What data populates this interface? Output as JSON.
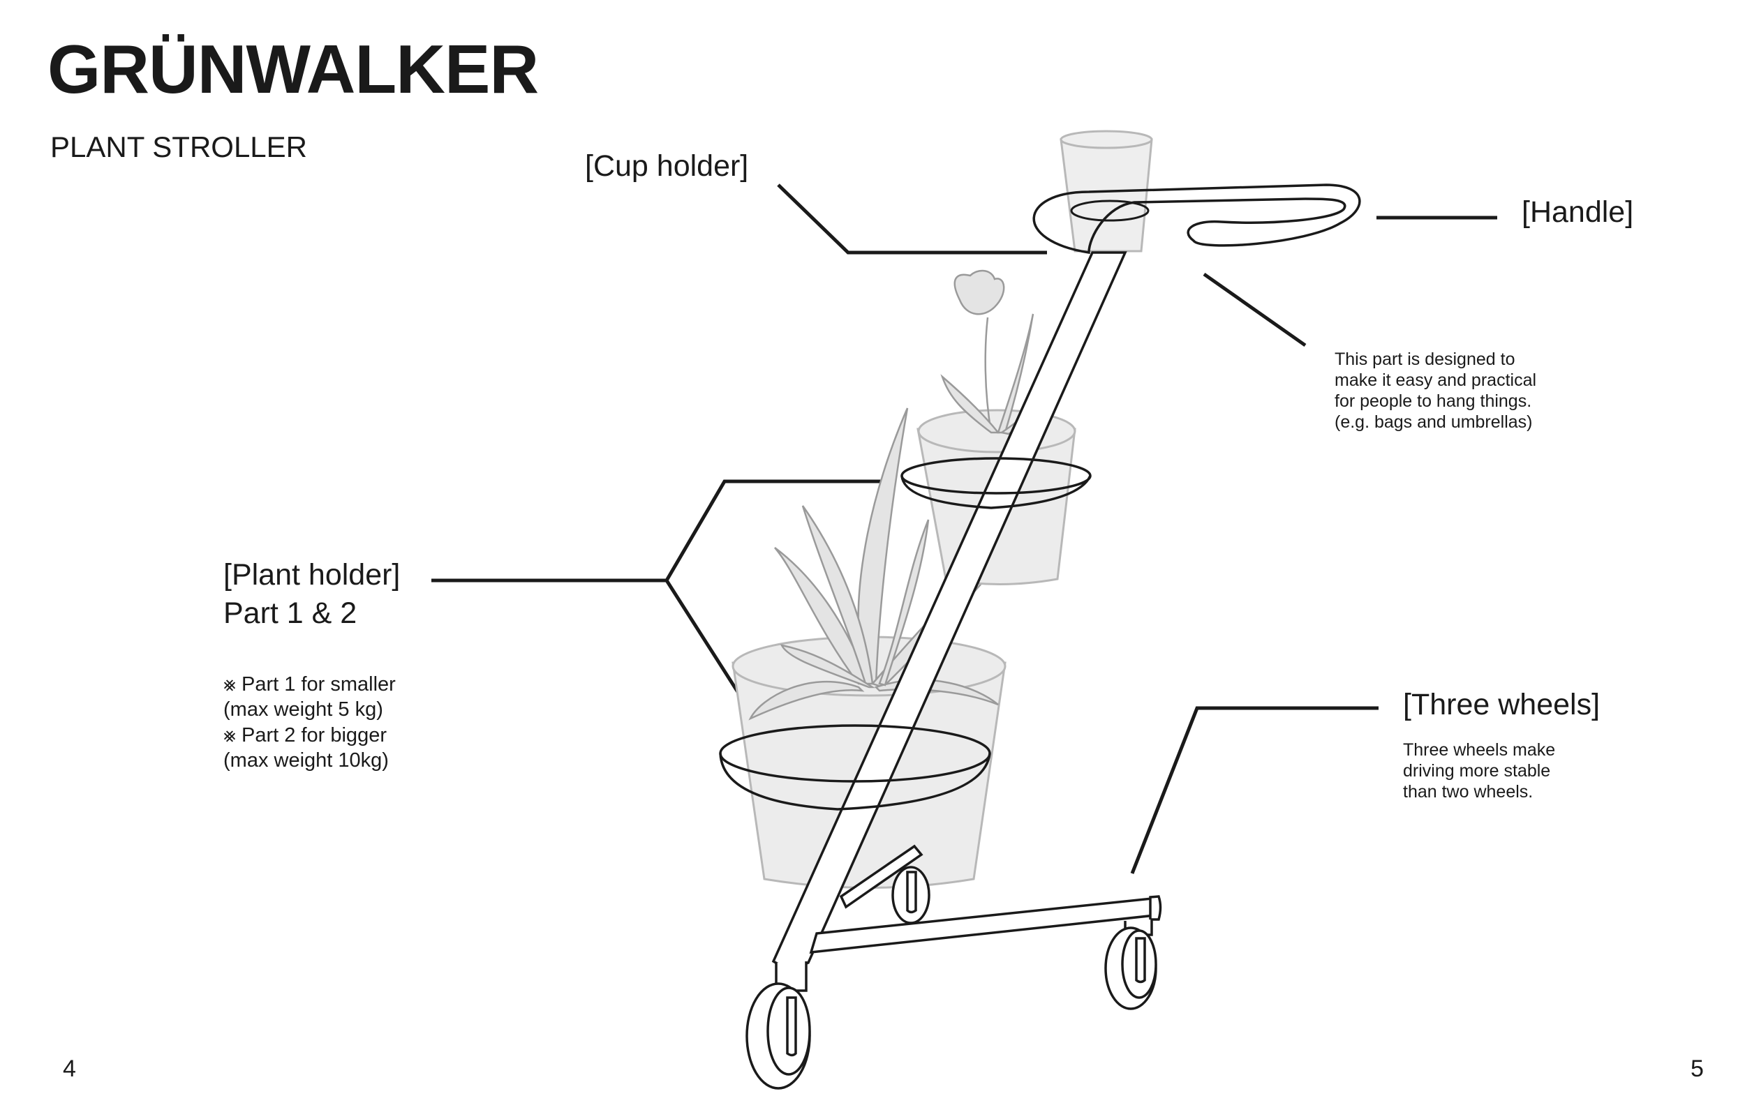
{
  "title": "GRÜNWALKER",
  "subtitle": "PLANT STROLLER",
  "callouts": {
    "cup_holder": "[Cup holder]",
    "handle": "[Handle]",
    "plant_holder_line1": "[Plant holder]",
    "plant_holder_line2": "Part 1 & 2",
    "three_wheels": "[Three wheels]"
  },
  "notes": {
    "handle_note": "This part is designed to\nmake it easy and practical\nfor people to hang things.\n(e.g. bags and umbrellas)",
    "plant_holder_note": "⨳ Part 1 for smaller\n(max weight 5 kg)\n⨳ Part 2 for bigger\n(max weight 10kg)",
    "wheels_note": "Three wheels make\ndriving more stable\nthan two wheels."
  },
  "page_numbers": {
    "left": "4",
    "right": "5"
  }
}
